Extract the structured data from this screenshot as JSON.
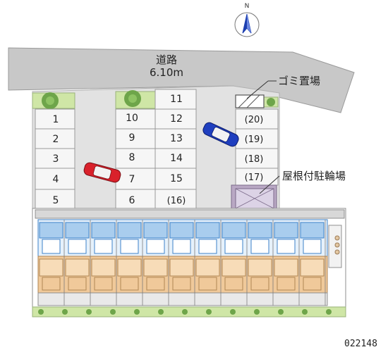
{
  "road": {
    "name": "道路",
    "width": "6.10m"
  },
  "compass": {
    "north": "N"
  },
  "labels": {
    "trash": "ゴミ置場",
    "bike_shelter": "屋根付駐輪場"
  },
  "image_code": "022148",
  "parking": {
    "col_a": [
      "1",
      "2",
      "3",
      "4",
      "5"
    ],
    "col_b": [
      "10",
      "9",
      "8",
      "7",
      "6"
    ],
    "col_c": [
      "11",
      "12",
      "13",
      "14",
      "15",
      "(16)"
    ],
    "col_d": [
      "(20)",
      "(19)",
      "(18)",
      "(17)"
    ]
  },
  "colors": {
    "road": "#c8c8c8",
    "lot": "#e2e2e2",
    "stall": "#f6f6f6",
    "building_top": "#3d82c9",
    "building_bottom": "#f0c99a",
    "car_red": "#d9212b",
    "car_blue": "#1f3fbf",
    "grass": "#cfe6a6",
    "tree": "#6ea54a"
  }
}
